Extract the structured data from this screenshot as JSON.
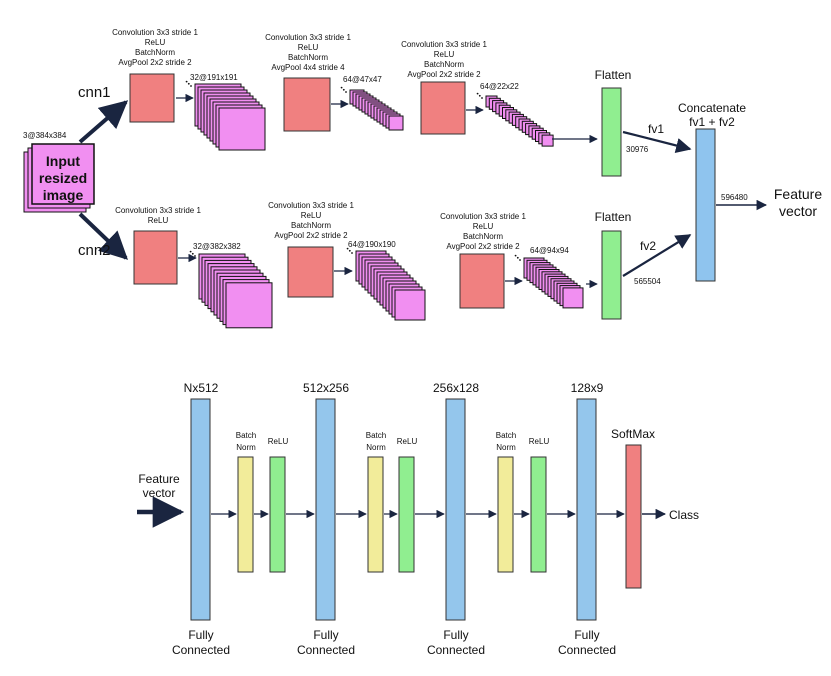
{
  "colors": {
    "conv_box": "#f08080",
    "feature_map": "#f18ff1",
    "flatten_bar": "#90ee90",
    "concat_bar": "#8fc4ee",
    "fc_bar": "#94c6ec",
    "batchnorm_bar": "#f2ec9a",
    "relu_bar": "#90ee90",
    "softmax_bar": "#f08080",
    "arrow": "#1a2540"
  },
  "input": {
    "size_label": "3@384x384",
    "text": [
      "Input",
      "resized",
      "image"
    ]
  },
  "cnn1": {
    "branch_label": "cnn1",
    "conv_blocks": [
      {
        "lines": [
          "Convolution 3x3 stride 1",
          "ReLU",
          "BatchNorm",
          "AvgPool 2x2 stride 2"
        ]
      },
      {
        "lines": [
          "Convolution 3x3 stride 1",
          "ReLU",
          "BatchNorm",
          "AvgPool 4x4 stride 4"
        ]
      },
      {
        "lines": [
          "Convolution 3x3 stride 1",
          "ReLU",
          "BatchNorm",
          "AvgPool 2x2 stride 2"
        ]
      }
    ],
    "feature_maps": [
      "32@191x191",
      "64@47x47",
      "64@22x22"
    ],
    "flatten_label": "Flatten",
    "flatten_size": "30976",
    "fv_label": "fv1"
  },
  "cnn2": {
    "branch_label": "cnn2",
    "conv_blocks": [
      {
        "lines": [
          "Convolution 3x3 stride 1",
          "ReLU"
        ]
      },
      {
        "lines": [
          "Convolution 3x3 stride 1",
          "ReLU",
          "BatchNorm",
          "AvgPool 2x2 stride 2"
        ]
      },
      {
        "lines": [
          "Convolution 3x3 stride 1",
          "ReLU",
          "BatchNorm",
          "AvgPool 2x2 stride 2"
        ]
      }
    ],
    "feature_maps": [
      "32@382x382",
      "64@190x190",
      "64@94x94"
    ],
    "flatten_label": "Flatten",
    "flatten_size": "565504",
    "fv_label": "fv2"
  },
  "concat": {
    "lines": [
      "Concatenate",
      "fv1 + fv2"
    ],
    "size": "596480",
    "output_lines": [
      "Feature",
      "vector"
    ]
  },
  "classifier": {
    "input_lines": [
      "Feature",
      "vector"
    ],
    "fc_sizes": [
      "Nx512",
      "512x256",
      "256x128",
      "128x9"
    ],
    "fc_label_lines": [
      "Fully",
      "Connected"
    ],
    "batchnorm_lines": [
      "Batch",
      "Norm"
    ],
    "relu_label": "ReLU",
    "softmax_label": "SoftMax",
    "output_label": "Class"
  }
}
